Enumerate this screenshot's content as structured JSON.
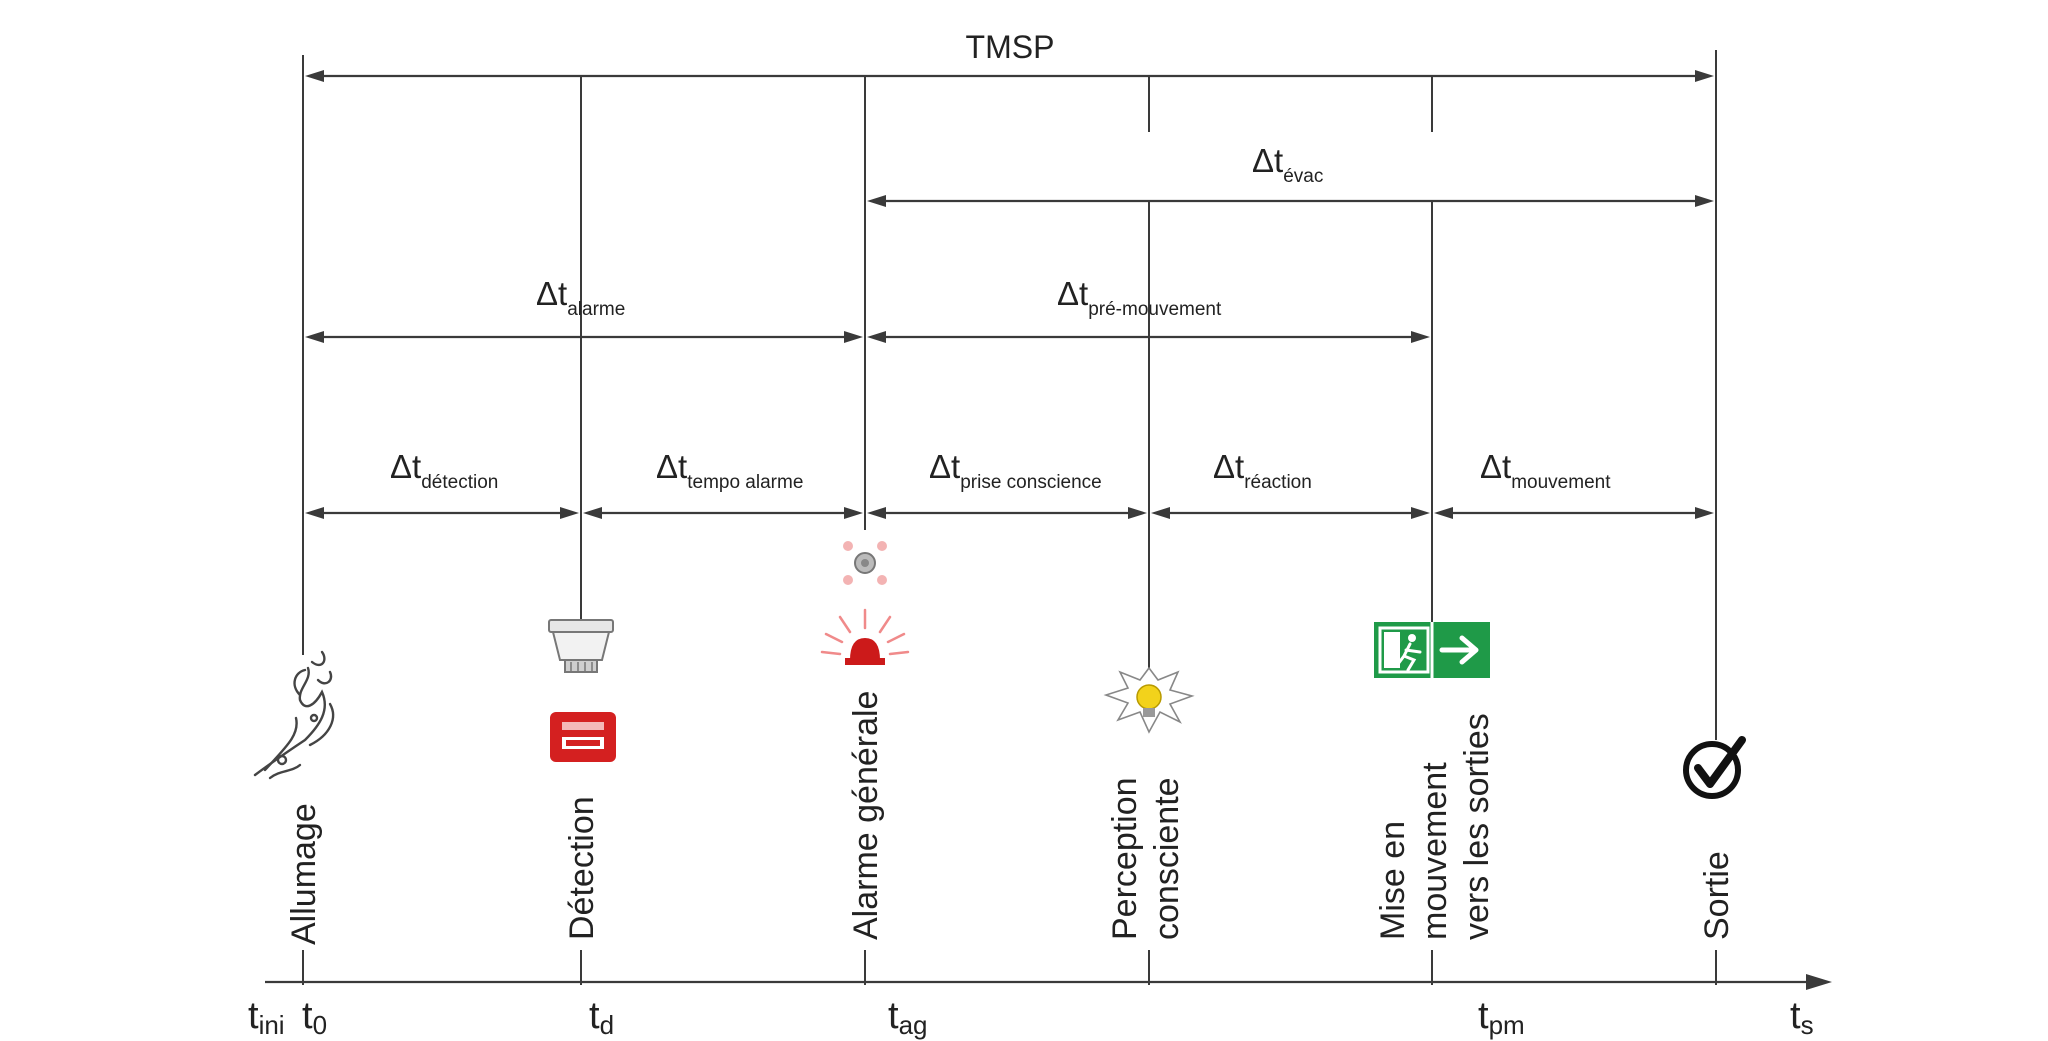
{
  "title": "TMSP",
  "colors": {
    "line": "#3a3a3a",
    "text": "#222222",
    "alarm_red": "#d42020",
    "exit_green": "#1f9a48",
    "bulb_yellow": "#f2d21b"
  },
  "spans": [
    {
      "id": "tmsp",
      "main": "TMSP",
      "sub": ""
    },
    {
      "id": "evac",
      "main": "Δt",
      "sub": "évac"
    },
    {
      "id": "alarme",
      "main": "Δt",
      "sub": "alarme"
    },
    {
      "id": "pre_mouvement",
      "main": "Δt",
      "sub": "pré-mouvement"
    },
    {
      "id": "detection",
      "main": "Δt",
      "sub": "détection"
    },
    {
      "id": "tempo_alarme",
      "main": "Δt",
      "sub": "tempo alarme"
    },
    {
      "id": "prise_conscience",
      "main": "Δt",
      "sub": "prise conscience"
    },
    {
      "id": "reaction",
      "main": "Δt",
      "sub": "réaction"
    },
    {
      "id": "mouvement",
      "main": "Δt",
      "sub": "mouvement"
    }
  ],
  "events": [
    {
      "id": "allumage",
      "lines": [
        "Allumage"
      ],
      "icon": "fire-icon"
    },
    {
      "id": "detection",
      "lines": [
        "Détection"
      ],
      "icon": "smoke-detector-icon"
    },
    {
      "id": "alarme_generale",
      "lines": [
        "Alarme générale"
      ],
      "icon": "siren-icon"
    },
    {
      "id": "perception",
      "lines": [
        "Perception",
        "consciente"
      ],
      "icon": "light-bulb-icon"
    },
    {
      "id": "mise_en_mouvement",
      "lines": [
        "Mise en",
        "mouvement",
        "vers les sorties"
      ],
      "icon": "exit-sign-icon"
    },
    {
      "id": "sortie",
      "lines": [
        "Sortie"
      ],
      "icon": "checkmark-icon"
    }
  ],
  "axis_labels": [
    {
      "id": "tini",
      "main": "t",
      "sub": "ini"
    },
    {
      "id": "t0",
      "main": "t",
      "sub": "0"
    },
    {
      "id": "td",
      "main": "t",
      "sub": "d"
    },
    {
      "id": "tag",
      "main": "t",
      "sub": "ag"
    },
    {
      "id": "tpm",
      "main": "t",
      "sub": "pm"
    },
    {
      "id": "ts",
      "main": "t",
      "sub": "s"
    }
  ]
}
